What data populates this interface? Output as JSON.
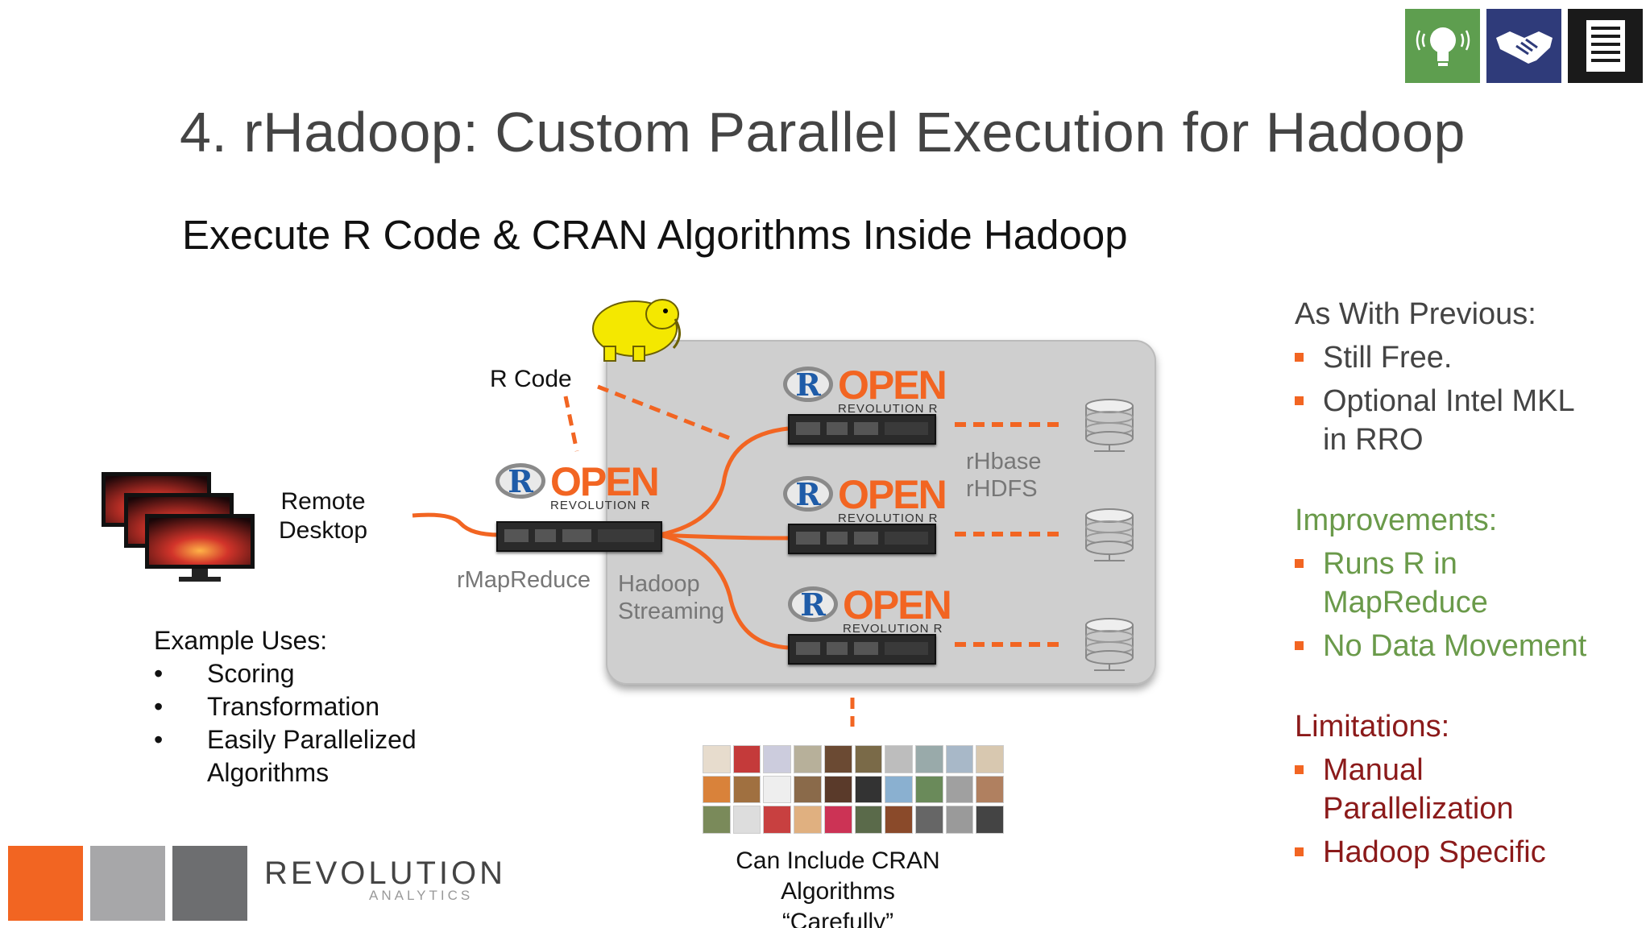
{
  "slide": {
    "title": "4.  rHadoop:  Custom Parallel Execution for Hadoop",
    "subtitle": "Execute R Code & CRAN Algorithms Inside Hadoop"
  },
  "top_icons": [
    {
      "name": "lightbulb-icon",
      "color": "#5e9e4f"
    },
    {
      "name": "handshake-icon",
      "color": "#2f3b7a"
    },
    {
      "name": "document-icon",
      "color": "#1a1a1a"
    }
  ],
  "diagram": {
    "remote_desktop_label": "Remote\nDesktop",
    "r_code_label": "R Code",
    "rmapreduce_label": "rMapReduce",
    "hadoop_streaming_label": "Hadoop\nStreaming",
    "rhbase_label": "rHbase",
    "rhdfs_label": "rHDFS",
    "logo_open": "OPEN",
    "logo_revolution": "REVOLUTION R",
    "cran_caption": "Can Include CRAN\nAlgorithms\n“Carefully”"
  },
  "example_uses": {
    "heading": "Example Uses:",
    "items": [
      "Scoring",
      "Transformation",
      "Easily Parallelized\nAlgorithms"
    ]
  },
  "right_column": {
    "previous_heading": "As With Previous:",
    "previous_items": [
      "Still Free.",
      "Optional Intel MKL\nin RRO"
    ],
    "improvements_heading": "Improvements:",
    "improvements_items": [
      "Runs R in\nMapReduce",
      "No Data Movement"
    ],
    "limitations_heading": "Limitations:",
    "limitations_items": [
      "Manual\nParallelization",
      "Hadoop Specific"
    ]
  },
  "footer": {
    "brand": "REVOLUTION",
    "brand_sub": "ANALYTICS",
    "square_colors": [
      "#f26522",
      "#a7a7a9",
      "#6d6e70"
    ]
  },
  "colors": {
    "accent_orange": "#f26522",
    "improvements_green": "#6a9a4a",
    "limitations_red": "#8b1a1a",
    "heading_gray": "#444444"
  }
}
